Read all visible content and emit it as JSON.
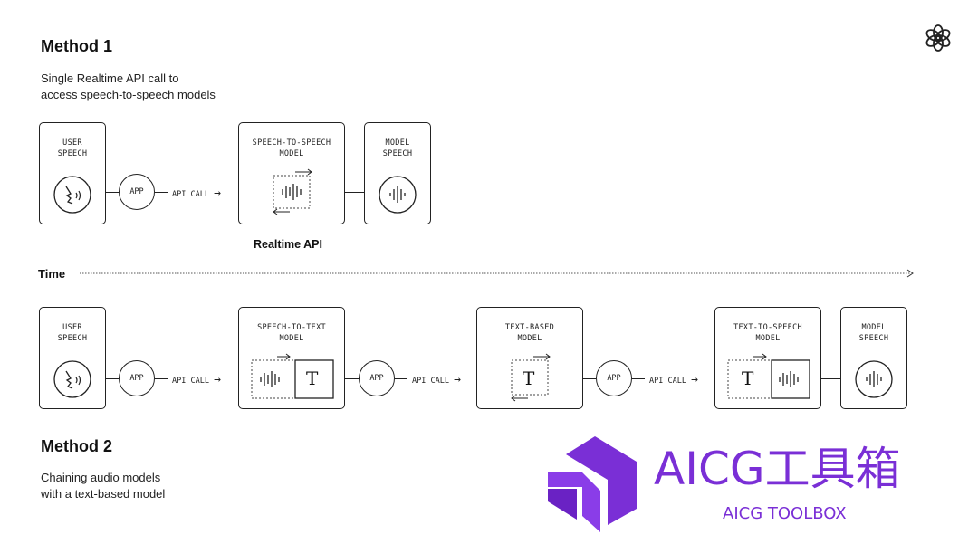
{
  "method1": {
    "title": "Method 1",
    "desc_line1": "Single Realtime API call to",
    "desc_line2": "access speech-to-speech models",
    "user_speech_l1": "USER",
    "user_speech_l2": "SPEECH",
    "app": "APP",
    "api_call": "API CALL",
    "s2s_l1": "SPEECH-TO-SPEECH",
    "s2s_l2": "MODEL",
    "model_speech_l1": "MODEL",
    "model_speech_l2": "SPEECH",
    "realtime_label": "Realtime API"
  },
  "timeline": {
    "label": "Time"
  },
  "method2": {
    "title": "Method 2",
    "desc_line1": "Chaining audio models",
    "desc_line2": "with a text-based model",
    "user_speech_l1": "USER",
    "user_speech_l2": "SPEECH",
    "app": "APP",
    "api_call": "API CALL",
    "stt_l1": "SPEECH-TO-TEXT",
    "stt_l2": "MODEL",
    "text_l1": "TEXT-BASED",
    "text_l2": "MODEL",
    "tts_l1": "TEXT-TO-SPEECH",
    "tts_l2": "MODEL",
    "model_speech_l1": "MODEL",
    "model_speech_l2": "SPEECH",
    "t_glyph": "T"
  },
  "watermark": {
    "title": "AICG工具箱",
    "subtitle": "AICG TOOLBOX",
    "color": "#7a2fd6"
  },
  "icons": {
    "logo": "openai-logo-icon",
    "speaking_head": "speaking-head-icon",
    "waveform": "waveform-icon",
    "text": "text-T-icon"
  }
}
